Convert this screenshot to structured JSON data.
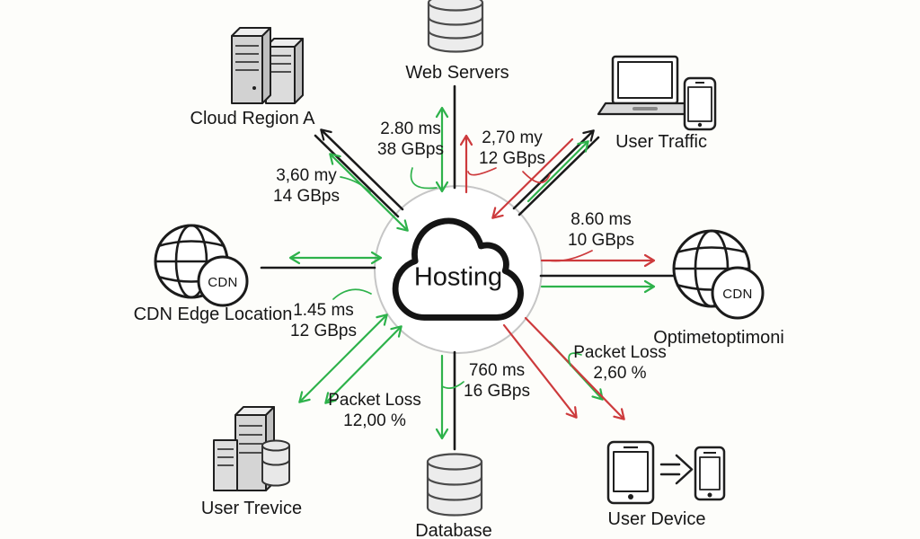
{
  "diagram": {
    "center_label": "Hosting",
    "center_icon": "cloud-icon",
    "nodes": {
      "cloud_region_a": {
        "label": "Cloud Region A",
        "icon": "server-rack-icon"
      },
      "web_servers": {
        "label": "Web Servers",
        "icon": "database-stack-icon"
      },
      "user_traffic": {
        "label": "User Traffic",
        "icon": "laptop-and-phone-icon"
      },
      "cdn_optimized": {
        "label": "Optimetoptimoni",
        "icon": "globe-cdn-icon"
      },
      "user_device": {
        "label": "User Device",
        "icon": "tablet-to-phone-icon"
      },
      "database": {
        "label": "Database",
        "icon": "database-icon"
      },
      "user_trevice": {
        "label": "User Trevice",
        "icon": "server-cluster-icon"
      },
      "cdn_edge": {
        "label": "CDN Edge Location",
        "icon": "globe-cdn-icon"
      }
    },
    "badges": {
      "cdn": "CDN"
    },
    "metrics": {
      "web_servers": {
        "line1": "2.80 ms",
        "line2": "38 GBps"
      },
      "user_traffic": {
        "line1": "2,70 my",
        "line2": "12 GBps"
      },
      "cloud_region_a": {
        "line1": "3,60 my",
        "line2": "14 GBps"
      },
      "cdn_optimized": {
        "line1": "8.60 ms",
        "line2": "10 GBps"
      },
      "cdn_edge": {
        "line1": "1.45 ms",
        "line2": "12 GBps"
      },
      "database": {
        "line1": "760 ms",
        "line2": "16 GBps"
      },
      "packet_loss_right": {
        "line1": "Packet Loss",
        "line2": "2,60 %"
      },
      "packet_loss_left": {
        "line1": "Packet Loss",
        "line2": "12,00 %"
      }
    }
  },
  "colors": {
    "green": "#2eb24b",
    "red": "#cd3a3c",
    "line_black": "#1a1a1a",
    "circle_ring": "#c6c6c6",
    "text": "#161616",
    "icon_gray": "#d2d2d2"
  }
}
